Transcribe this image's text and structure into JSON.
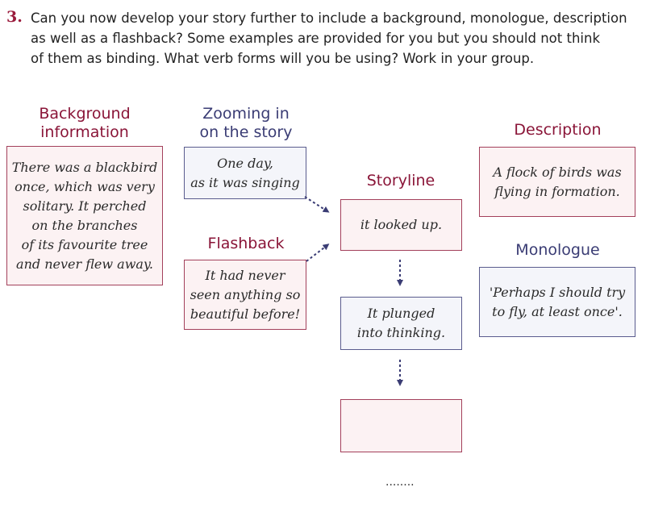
{
  "question": {
    "number": "3.",
    "lines": [
      "Can you now develop your story further to include a background, monologue, description",
      "as well as a flashback? Some examples are provided for you but you should not think",
      "of them as binding. What verb forms will you be using? Work in your group."
    ]
  },
  "background": {
    "heading": [
      "Background",
      "information"
    ],
    "lines": [
      "There was a blackbird",
      "once, which was very",
      "solitary. It perched",
      "on the branches",
      "of its favourite tree",
      "and never flew away."
    ]
  },
  "zooming": {
    "heading": [
      "Zooming in",
      "on the story"
    ],
    "lines": [
      "One day,",
      "as it was singing"
    ]
  },
  "flashback": {
    "heading": "Flashback",
    "lines": [
      "It had never",
      "seen anything so",
      "beautiful before!"
    ]
  },
  "storyline": {
    "heading": "Storyline",
    "box1": "it looked up.",
    "box2": [
      "It plunged",
      "into thinking."
    ],
    "box3": "",
    "ellipsis": "........"
  },
  "description": {
    "heading": "Description",
    "lines": [
      "A flock of birds was",
      "flying in formation."
    ]
  },
  "monologue": {
    "heading": "Monologue",
    "lines": [
      "'Perhaps I should try",
      "to fly, at least once'."
    ]
  },
  "colors": {
    "maroon": "#8a1538",
    "navy": "#3a3c74",
    "pink_fill": "#fcf2f3",
    "blue_fill": "#f4f5fa"
  }
}
